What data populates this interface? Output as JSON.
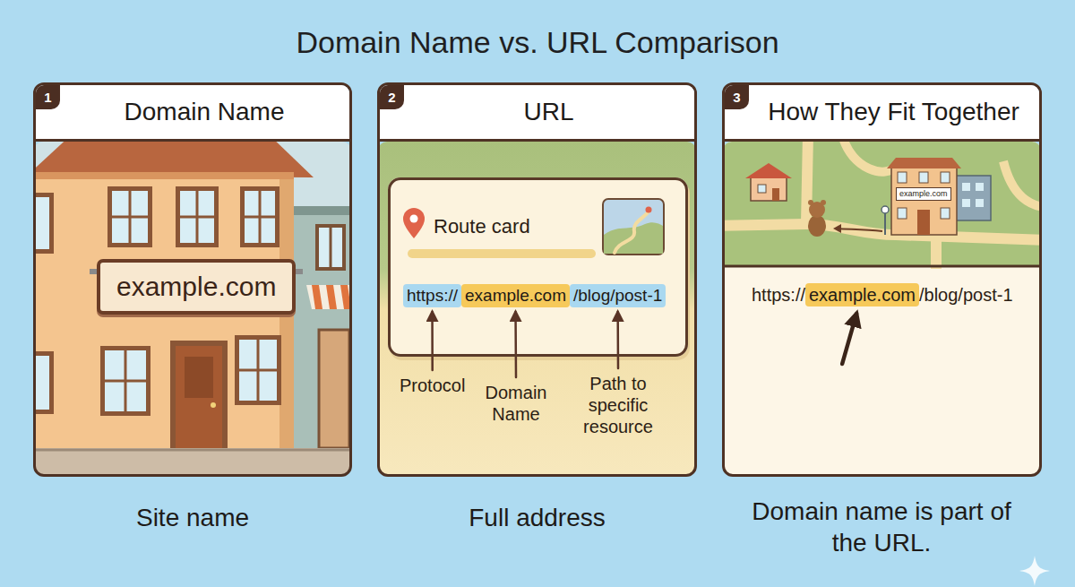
{
  "diagram": {
    "title": "Domain Name vs. URL Comparison",
    "nodes": [
      {
        "text": [
          "Domain Name"
        ]
      },
      {
        "text": [
          "1"
        ],
        "in": 0
      },
      {
        "text": [
          "example.com"
        ],
        "in": 0
      },
      {
        "text": [
          "URL"
        ]
      },
      {
        "text": [
          "2"
        ],
        "in": 3
      },
      {
        "text": [
          "Route card"
        ],
        "in": 3
      },
      {
        "text": [
          "https://"
        ],
        "in": 5
      },
      {
        "text": [
          "example.com"
        ],
        "in": 5
      },
      {
        "text": [
          "/blog/post-1"
        ],
        "in": 5
      },
      {
        "text": [
          "How They Fit Together"
        ]
      },
      {
        "text": [
          "3"
        ],
        "in": 9
      },
      {
        "text": [
          "example.com"
        ],
        "in": 9
      },
      {
        "text": [
          "example.com"
        ],
        "in": 9
      }
    ],
    "labels": [
      "Protocol",
      "Domain Name",
      "Path to specific resource",
      "https://",
      "/blog/post-1",
      "Site name",
      "Full address",
      "Domain name is part of the URL."
    ]
  }
}
